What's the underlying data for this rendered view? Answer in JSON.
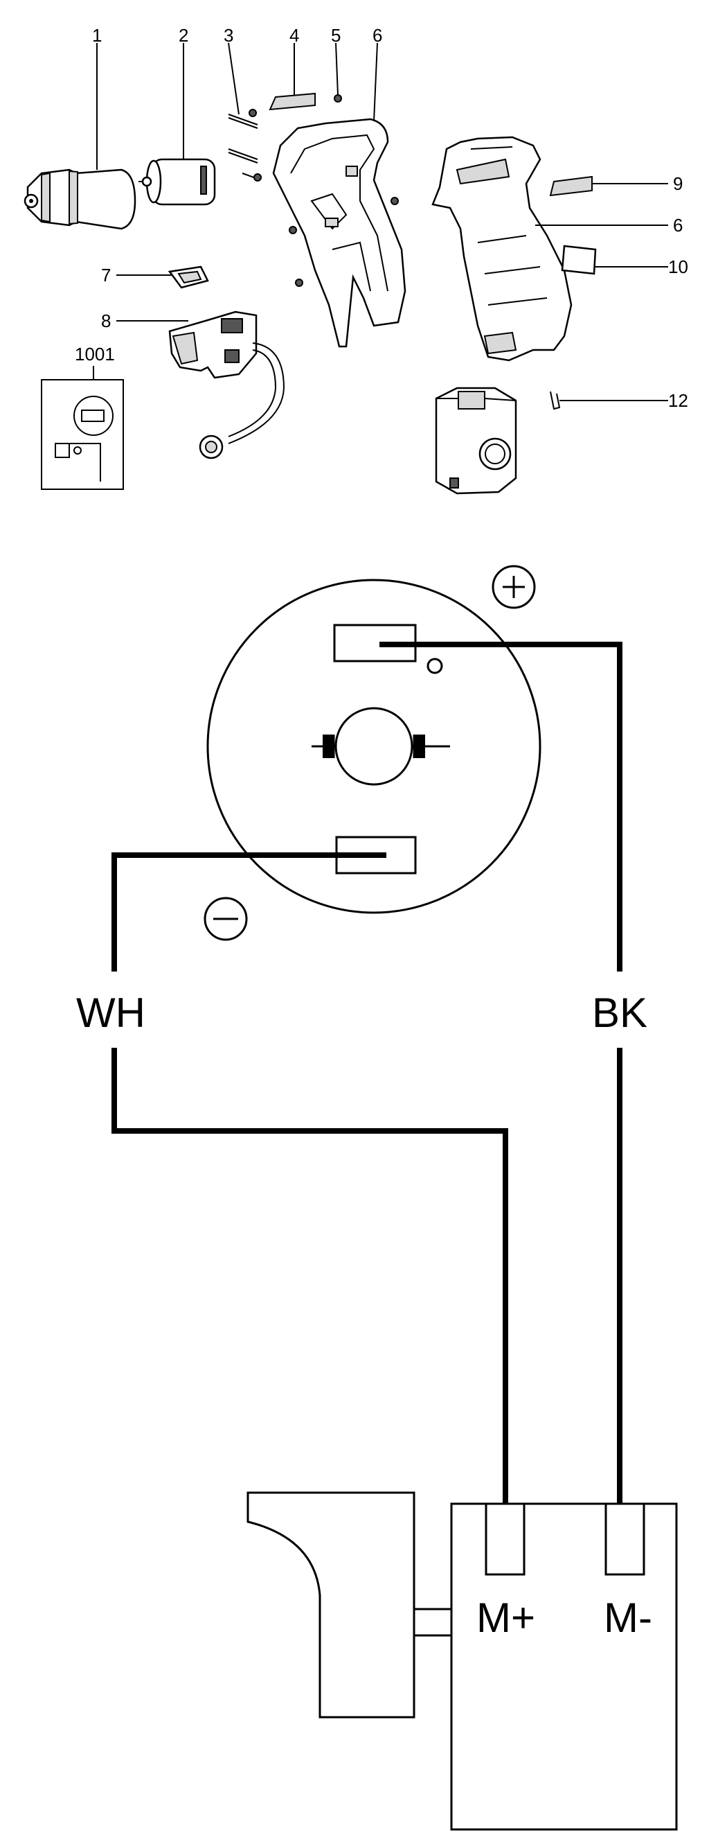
{
  "callouts": {
    "c1": "1",
    "c2": "2",
    "c3": "3",
    "c4": "4",
    "c5": "5",
    "c6a": "6",
    "c7": "7",
    "c8": "8",
    "c1001": "1001",
    "c9": "9",
    "c6b": "6",
    "c10": "10",
    "c12": "12"
  },
  "wiring": {
    "plus_symbol": "+",
    "minus_symbol": "−",
    "wire_left": "WH",
    "wire_right": "BK",
    "terminal_plus": "M+",
    "terminal_minus": "M-"
  }
}
